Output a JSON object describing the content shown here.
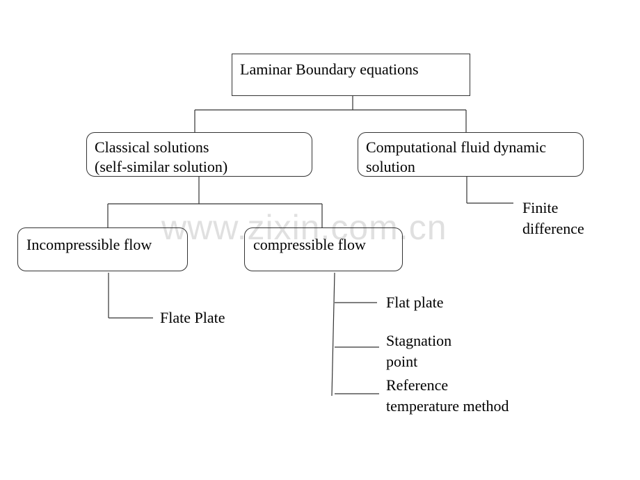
{
  "root": {
    "label": "Laminar Boundary equations"
  },
  "classical": {
    "line1": "Classical solutions",
    "line2": "(self-similar solution)"
  },
  "computational": {
    "line1": "Computational fluid dynamic",
    "line2": "solution"
  },
  "incompressible": {
    "label": "Incompressible flow"
  },
  "compressible": {
    "label": "compressible flow"
  },
  "leaves": {
    "finite_difference": {
      "line1": "Finite",
      "line2": "difference"
    },
    "flate_plate": "Flate Plate",
    "flat_plate": "Flat plate",
    "stagnation_point": {
      "line1": "Stagnation",
      "line2": "point"
    },
    "reference_temperature": {
      "line1": "Reference",
      "line2": "temperature method"
    }
  },
  "watermark": "www.zixin.com.cn"
}
